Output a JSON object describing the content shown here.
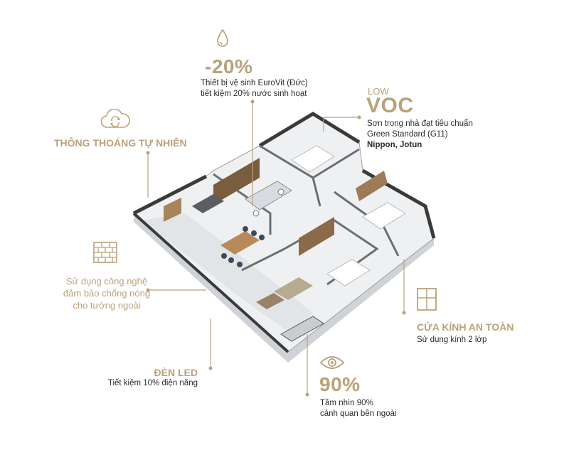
{
  "water": {
    "value": "-20%",
    "line1": "Thiết bị vệ sinh EuroVit (Đức)",
    "line2": "tiết kiệm 20% nước sinh hoạt",
    "icon": "water-drop-icon"
  },
  "voc": {
    "top": "LOW",
    "big": "VOC",
    "line1": "Sơn trong nhà đạt tiêu chuẩn",
    "line2": "Green Standard (G11)",
    "line3": "Nippon, Jotun"
  },
  "ventilation": {
    "title": "THÔNG THOÁNG TỰ NHIÊN",
    "icon": "cloud-refresh-icon"
  },
  "wall": {
    "line1": "Sử dụng công nghệ",
    "line2": "đảm bảo chống nóng",
    "line3": "cho tường ngoài",
    "icon": "brick-wall-icon"
  },
  "glass": {
    "title": "CỬA KÍNH AN TOÀN",
    "line1": "Sử dụng kính 2 lớp",
    "icon": "window-icon"
  },
  "led": {
    "title": "ĐÈN LED",
    "line1": "Tiết kiệm 10% điện năng"
  },
  "view": {
    "value": "90%",
    "line1": "Tầm nhìn 90%",
    "line2": "cảnh quan bên ngoài",
    "icon": "eye-icon"
  },
  "colors": {
    "accent": "#b9a27a",
    "text": "#2a2a2a"
  }
}
